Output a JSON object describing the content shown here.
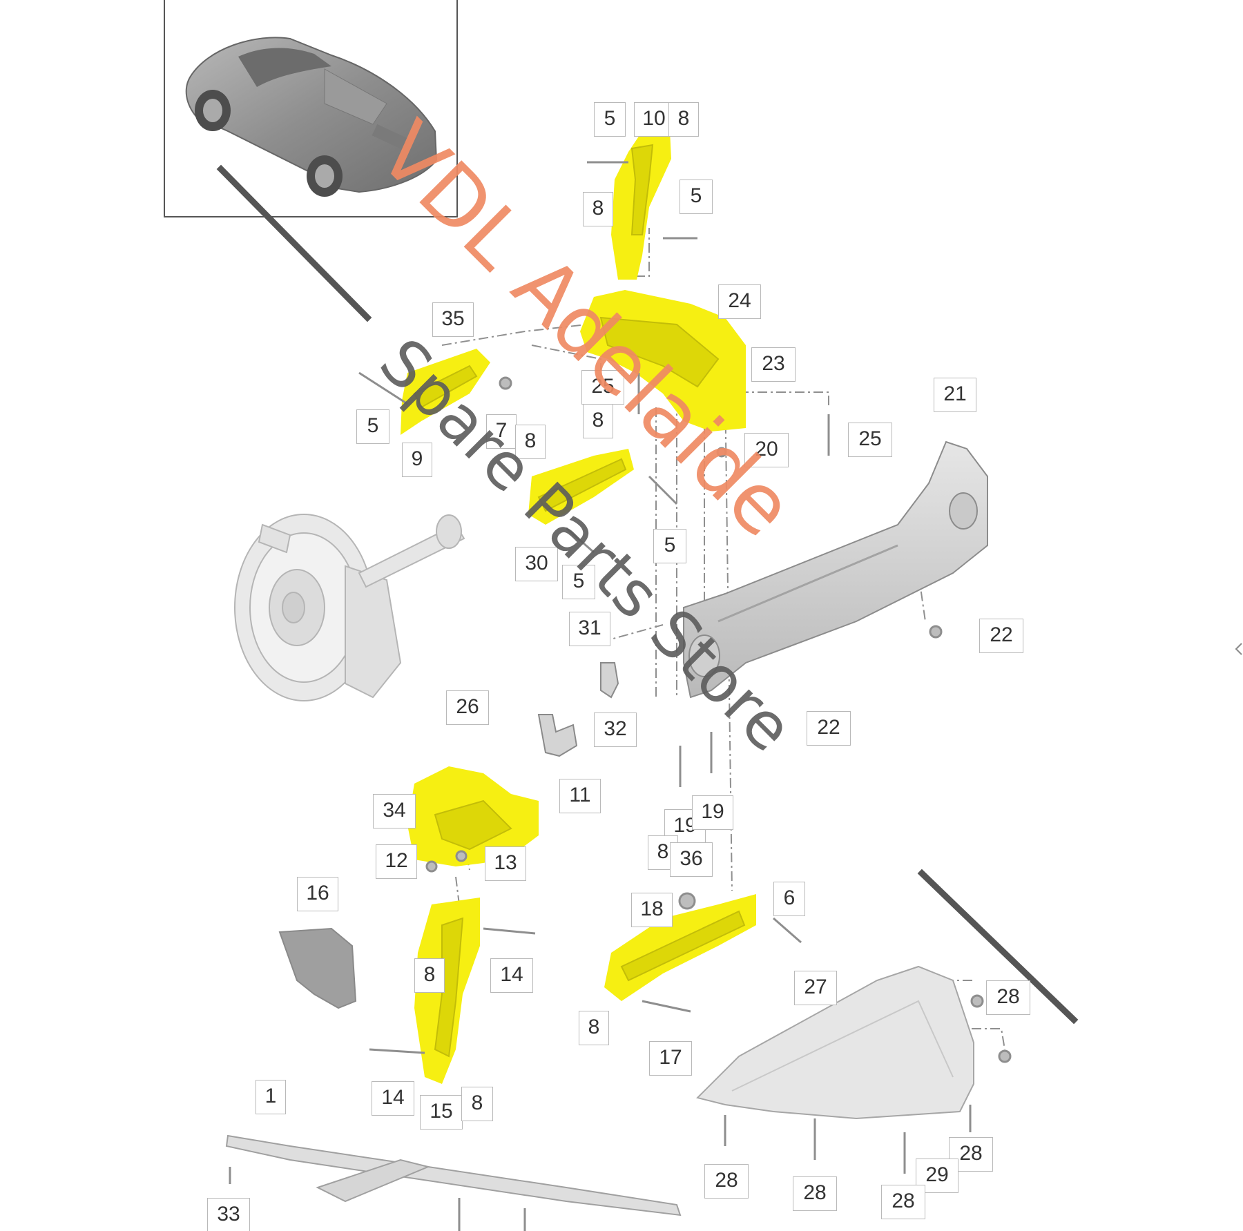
{
  "watermark": {
    "brand": "VDL Adelaide",
    "tagline": "Spare Parts Store",
    "color": "#ef8a63",
    "tagline_color": "#5c5c5c"
  },
  "highlight_color": "#f6ef12",
  "callouts": {
    "c1": "1",
    "c5a": "5",
    "c10": "10",
    "c8a": "8",
    "c8b": "8",
    "c5b": "5",
    "c24": "24",
    "c35": "35",
    "c23": "23",
    "c25a": "25",
    "c5c": "5",
    "c7": "7",
    "c8c": "8",
    "c9": "9",
    "c8d": "8",
    "c21": "21",
    "c25b": "25",
    "c20": "20",
    "c5d": "5",
    "c30": "30",
    "c5e": "5",
    "c31": "31",
    "c22a": "22",
    "c32": "32",
    "c26": "26",
    "c22b": "22",
    "c11": "11",
    "c34": "34",
    "c19a": "19",
    "c19b": "19",
    "c12": "12",
    "c13": "13",
    "c8e": "8",
    "c36": "36",
    "c16": "16",
    "c6": "6",
    "c18": "18",
    "c8f": "8",
    "c14a": "14",
    "c27": "27",
    "c28a": "28",
    "c8g": "8",
    "c17": "17",
    "c14b": "14",
    "c15": "15",
    "c8h": "8",
    "c28b": "28",
    "c29": "29",
    "c28c": "28",
    "c28d": "28",
    "c28e": "28",
    "c33": "33"
  }
}
